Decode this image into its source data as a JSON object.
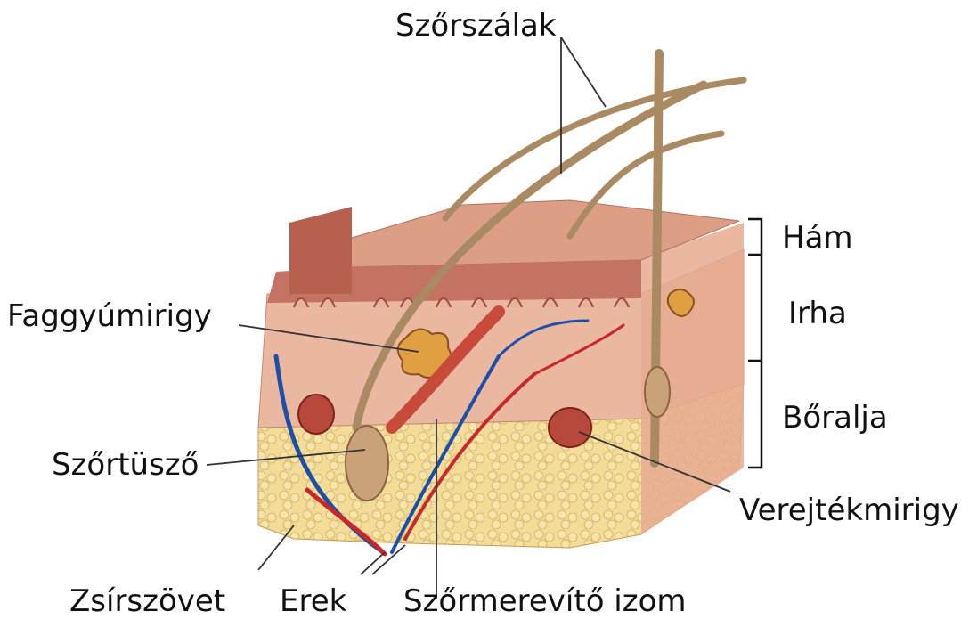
{
  "labels": {
    "hairs": "Szőrszálak",
    "epidermis": "Hám",
    "dermis": "Irha",
    "hypodermis": "Bőralja",
    "sebaceous_gland": "Faggyúmirigy",
    "hair_follicle": "Szőrtüsző",
    "sweat_gland": "Verejtékmirigy",
    "fat_tissue": "Zsírszövet",
    "vessels": "Erek",
    "arrector_pili": "Szőrmerevítő izom"
  },
  "colors": {
    "epidermis": "#d99a84",
    "dermis": "#e8b29c",
    "fat": "#f0d690",
    "artery": "#c8282a",
    "vein": "#1e4fa8",
    "hair": "#b9976c"
  }
}
